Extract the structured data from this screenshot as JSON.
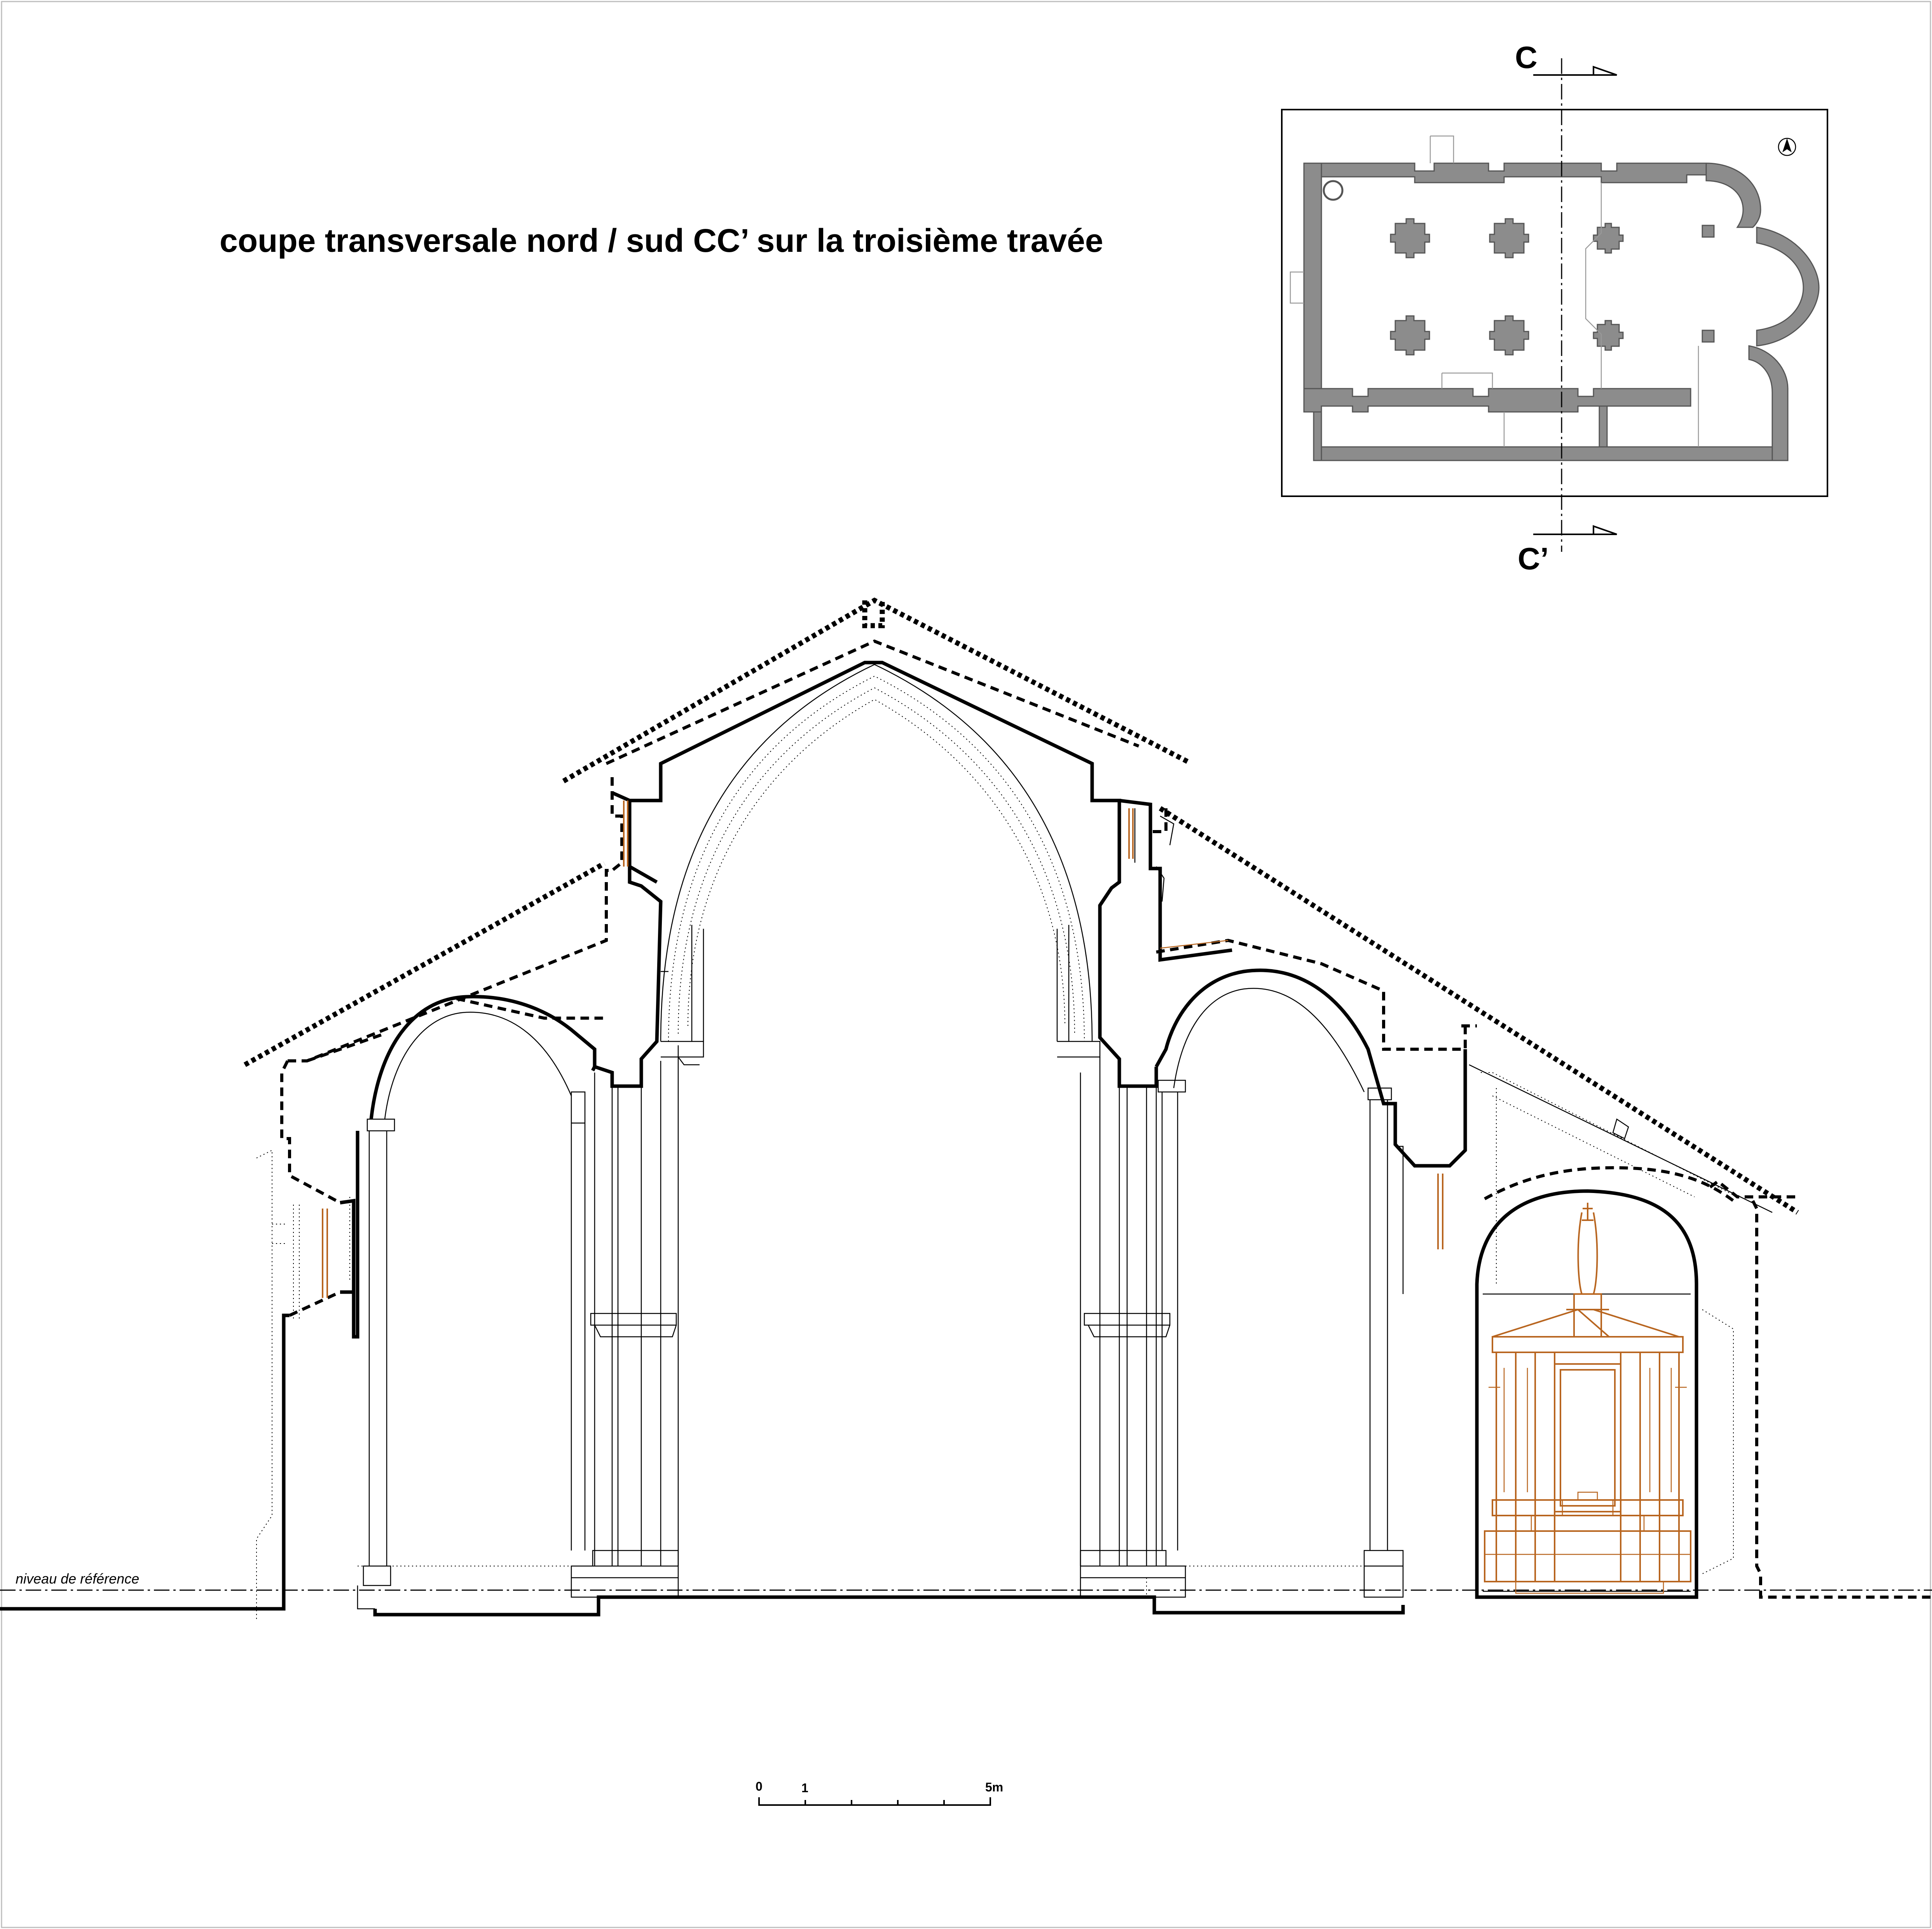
{
  "drawing": {
    "title": "coupe transversale nord / sud CC’ sur la troisième travée",
    "section_marker_top": "C",
    "section_marker_bottom": "C’",
    "reference_level_label": "niveau de référence"
  },
  "scale_bar": {
    "label_zero": "0",
    "label_one": "1",
    "label_max": "5m"
  },
  "colors": {
    "line": "#000000",
    "altarpiece": "#b8651f",
    "plan_walls": "#8c8c8c"
  },
  "icons": {
    "north_arrow": "north-arrow-icon"
  }
}
